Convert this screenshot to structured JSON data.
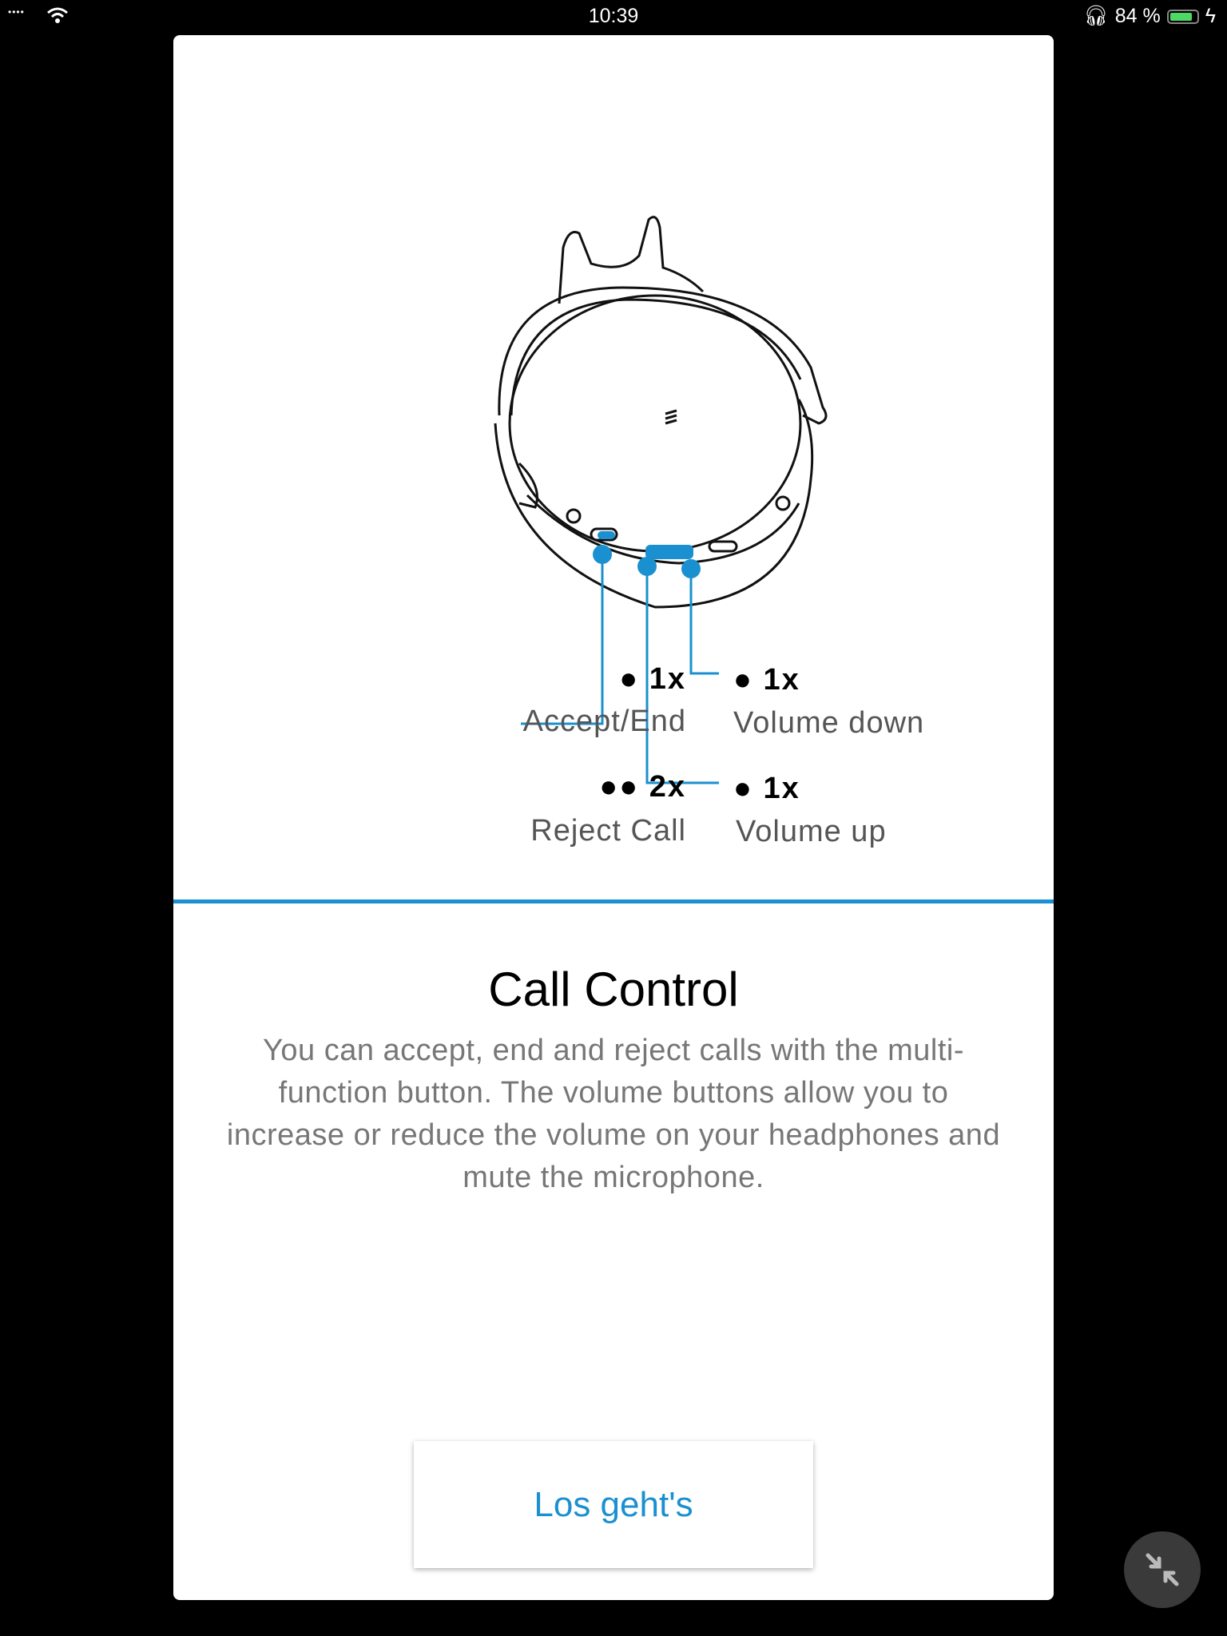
{
  "status_bar": {
    "time": "10:39",
    "battery_text": "84 %",
    "battery_level": 0.84
  },
  "illustration": {
    "accept_end": {
      "count": "● 1x",
      "label": "Accept/End"
    },
    "reject_call": {
      "count": "●● 2x",
      "label": "Reject Call"
    },
    "volume_down": {
      "count": "● 1x",
      "label": "Volume down"
    },
    "volume_up": {
      "count": "● 1x",
      "label": "Volume up"
    }
  },
  "accent_color": "#1a90d0",
  "content": {
    "title": "Call Control",
    "body": "You can accept, end and reject calls with the multi-function button. The volume buttons allow you to increase or reduce the volume on your headphones and mute the microphone."
  },
  "button": {
    "label": "Los geht's"
  },
  "fab": {
    "icon": "collapse-arrows-icon"
  }
}
